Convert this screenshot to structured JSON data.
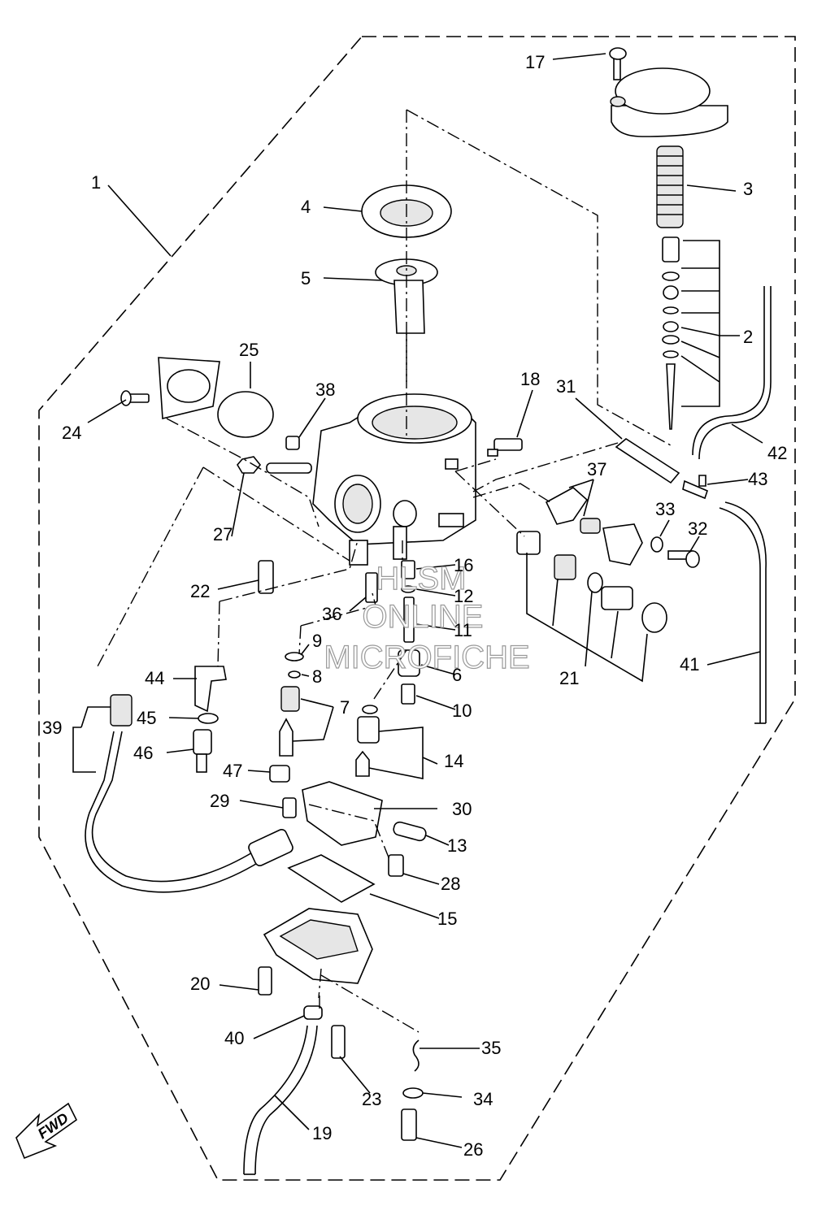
{
  "watermark": {
    "line1": "HLSM",
    "line2": "ONLINE",
    "line3": "MICROFICHE"
  },
  "direction_label": "FWD",
  "callouts": [
    "1",
    "2",
    "3",
    "4",
    "5",
    "6",
    "7",
    "8",
    "9",
    "10",
    "11",
    "12",
    "13",
    "14",
    "15",
    "16",
    "17",
    "18",
    "19",
    "20",
    "21",
    "22",
    "23",
    "24",
    "25",
    "26",
    "27",
    "28",
    "29",
    "30",
    "31",
    "32",
    "33",
    "34",
    "35",
    "36",
    "37",
    "38",
    "39",
    "40",
    "41",
    "42",
    "43",
    "44",
    "45",
    "46",
    "47"
  ]
}
